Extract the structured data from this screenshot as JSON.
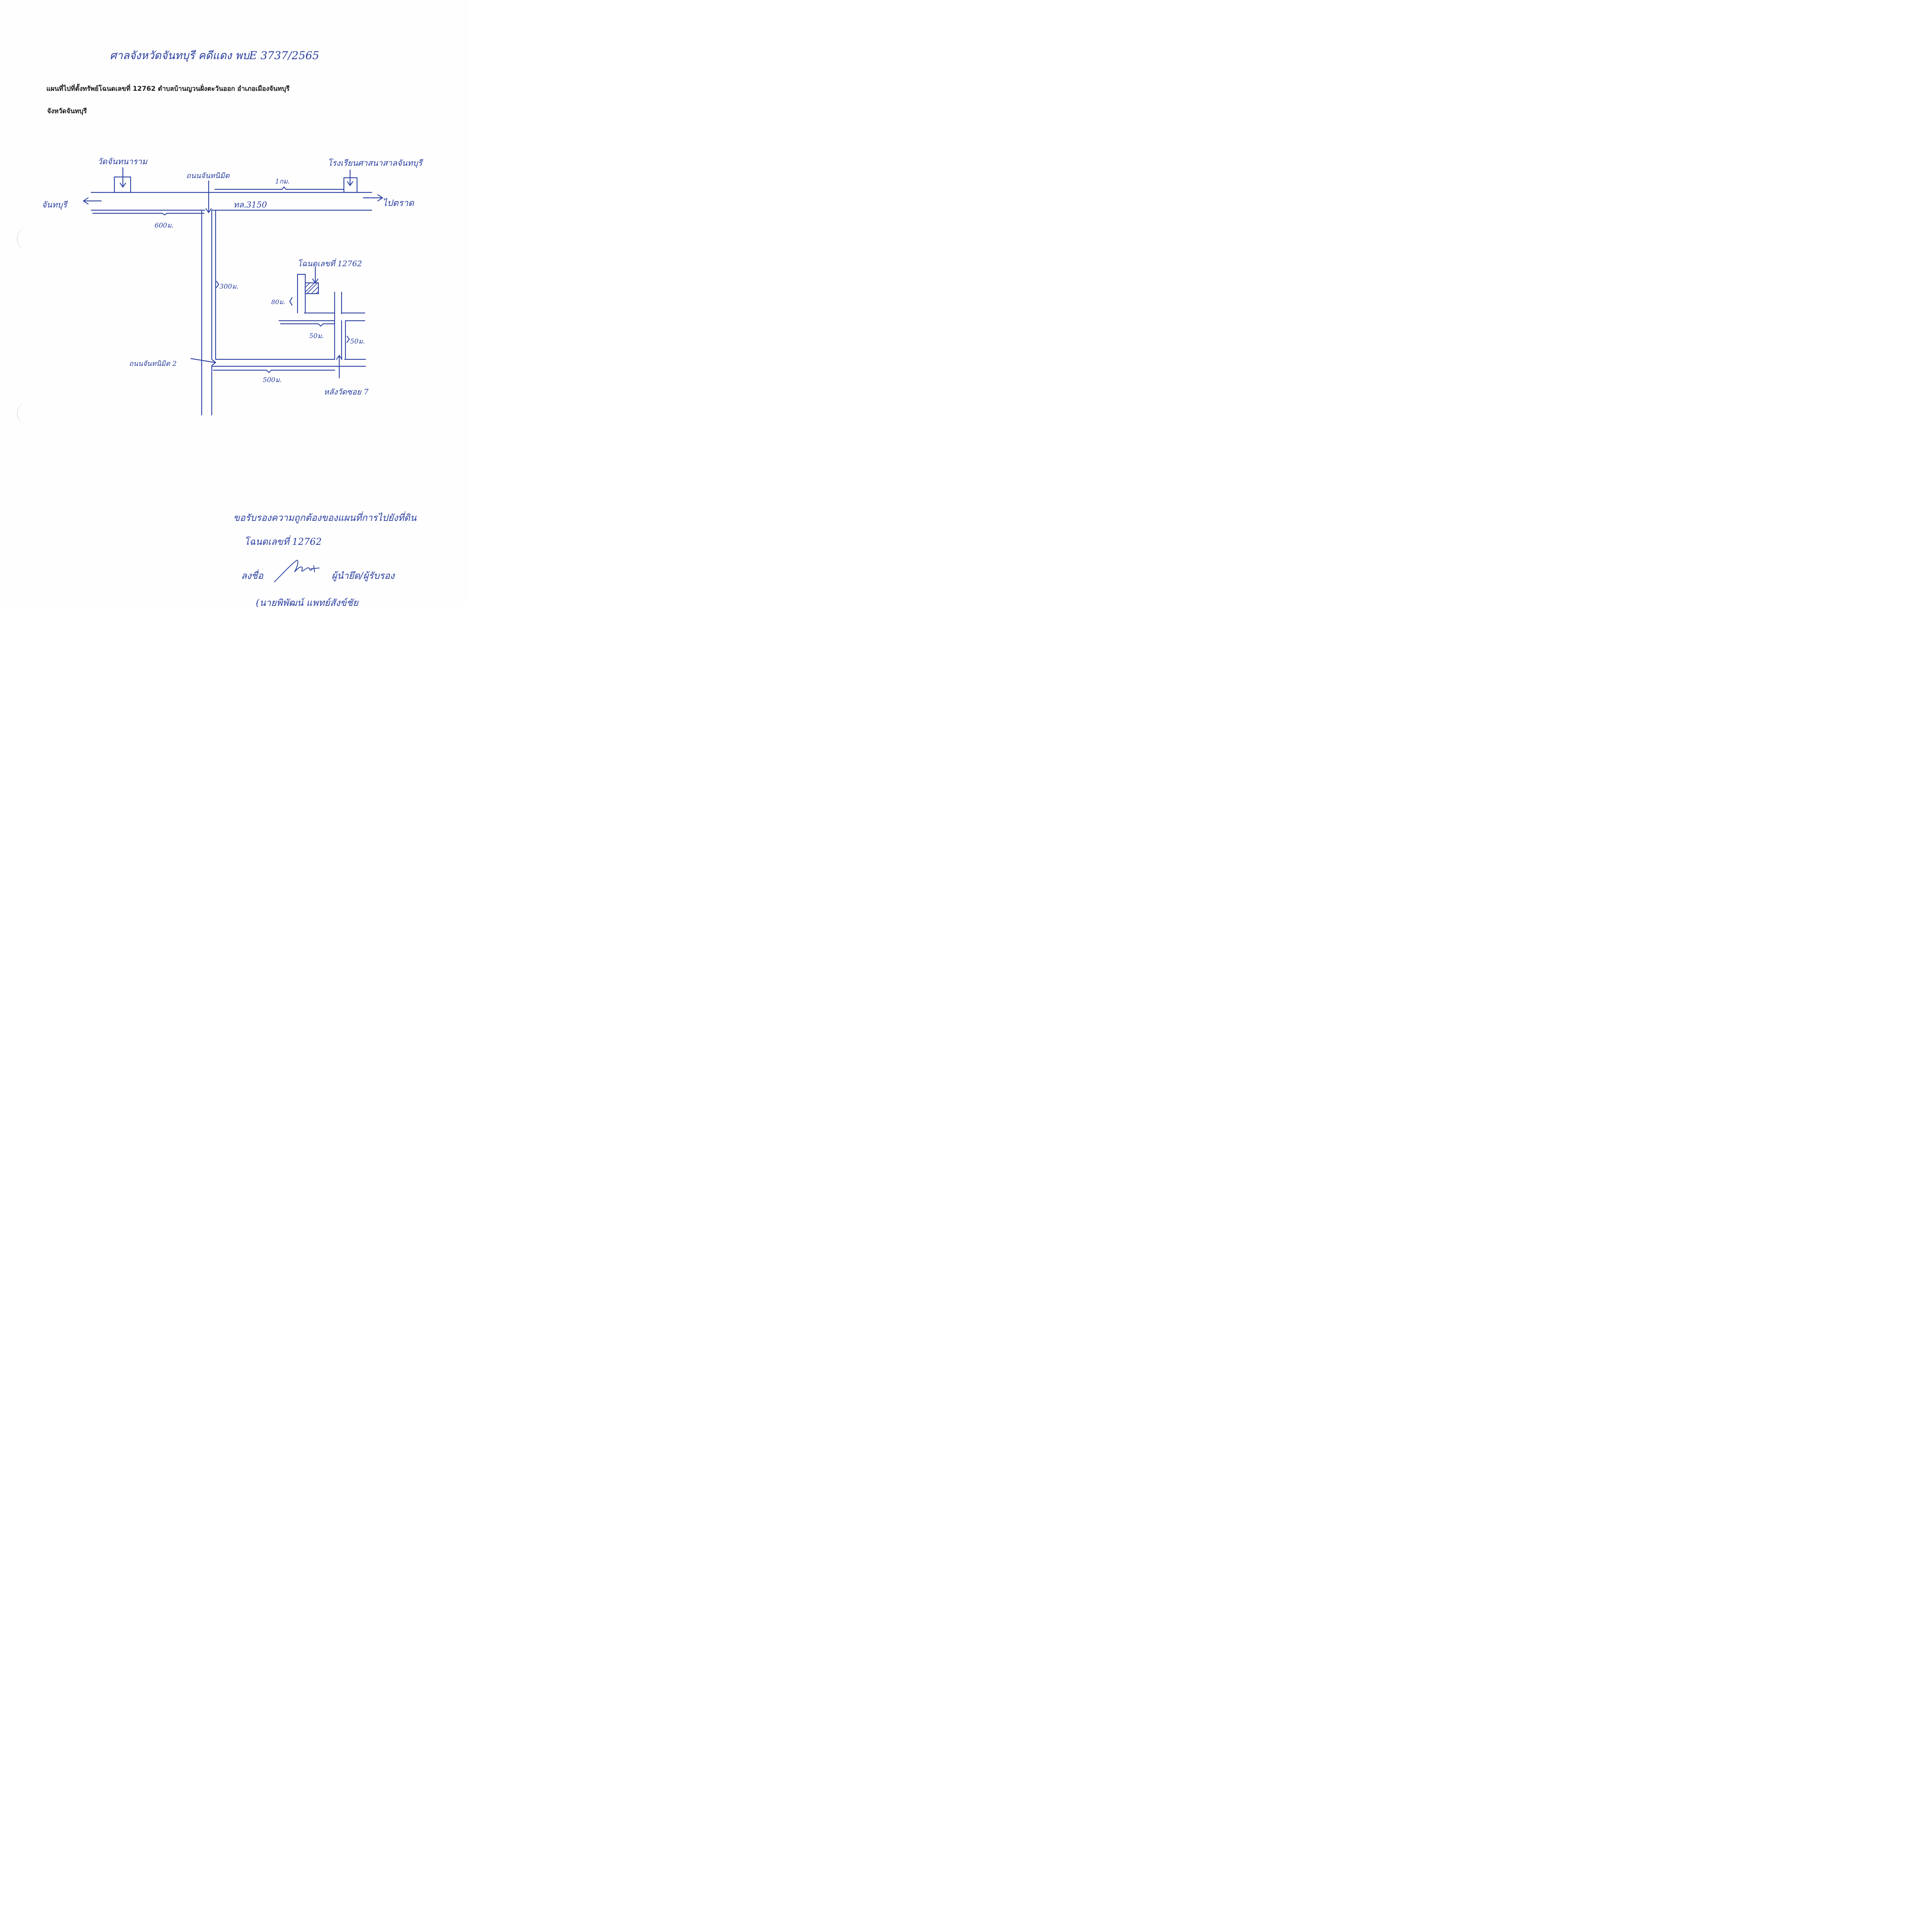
{
  "header": {
    "court_case": "ศาลจังหวัดจันทบุรี คดีแดง พบE 3737/2565"
  },
  "title": {
    "line1": "แผนที่ไปที่ตั้งทรัพย์โฉนดเลขที่ 12762 ตำบลบ้านญวนฝั่งตะวันออก อำเภอเมืองจันทบุรี",
    "line2": "จังหวัดจันทบุรี"
  },
  "map": {
    "wat_label": "วัดจันทนาราม",
    "school_label": "โรงเรียนศาสนาสาลจันทบุรี",
    "road_main_label": "ถนนจันทนิมิต",
    "dist_1km": "1กม.",
    "to_chanthaburi": "จันทบุรี",
    "to_trat": "ไปตราด",
    "highway": "ทล.3150",
    "dist_600": "600ม.",
    "dist_300": "300ม.",
    "deed_label": "โฉนดเลขที่ 12762",
    "dist_80": "80ม.",
    "dist_50a": "50ม.",
    "dist_50b": "50ม.",
    "road2_label": "ถนนจันทนิมิต 2",
    "dist_500": "500ม.",
    "behind_wat": "หลังวัดซอย 7"
  },
  "certification": {
    "statement": "ขอรับรองความถูกต้องของแผนที่การไปยังที่ดิน",
    "deed": "โฉนดเลขที่ 12762",
    "sign_prefix": "ลงชื่อ",
    "sign_role": "ผู้นำยึด/ผู้รับรอง",
    "name": "(นายพิพัฒน์ แพทย์สังข์ชัย"
  },
  "colors": {
    "ink": "#2a3fa0",
    "print": "#1a1a1a"
  }
}
